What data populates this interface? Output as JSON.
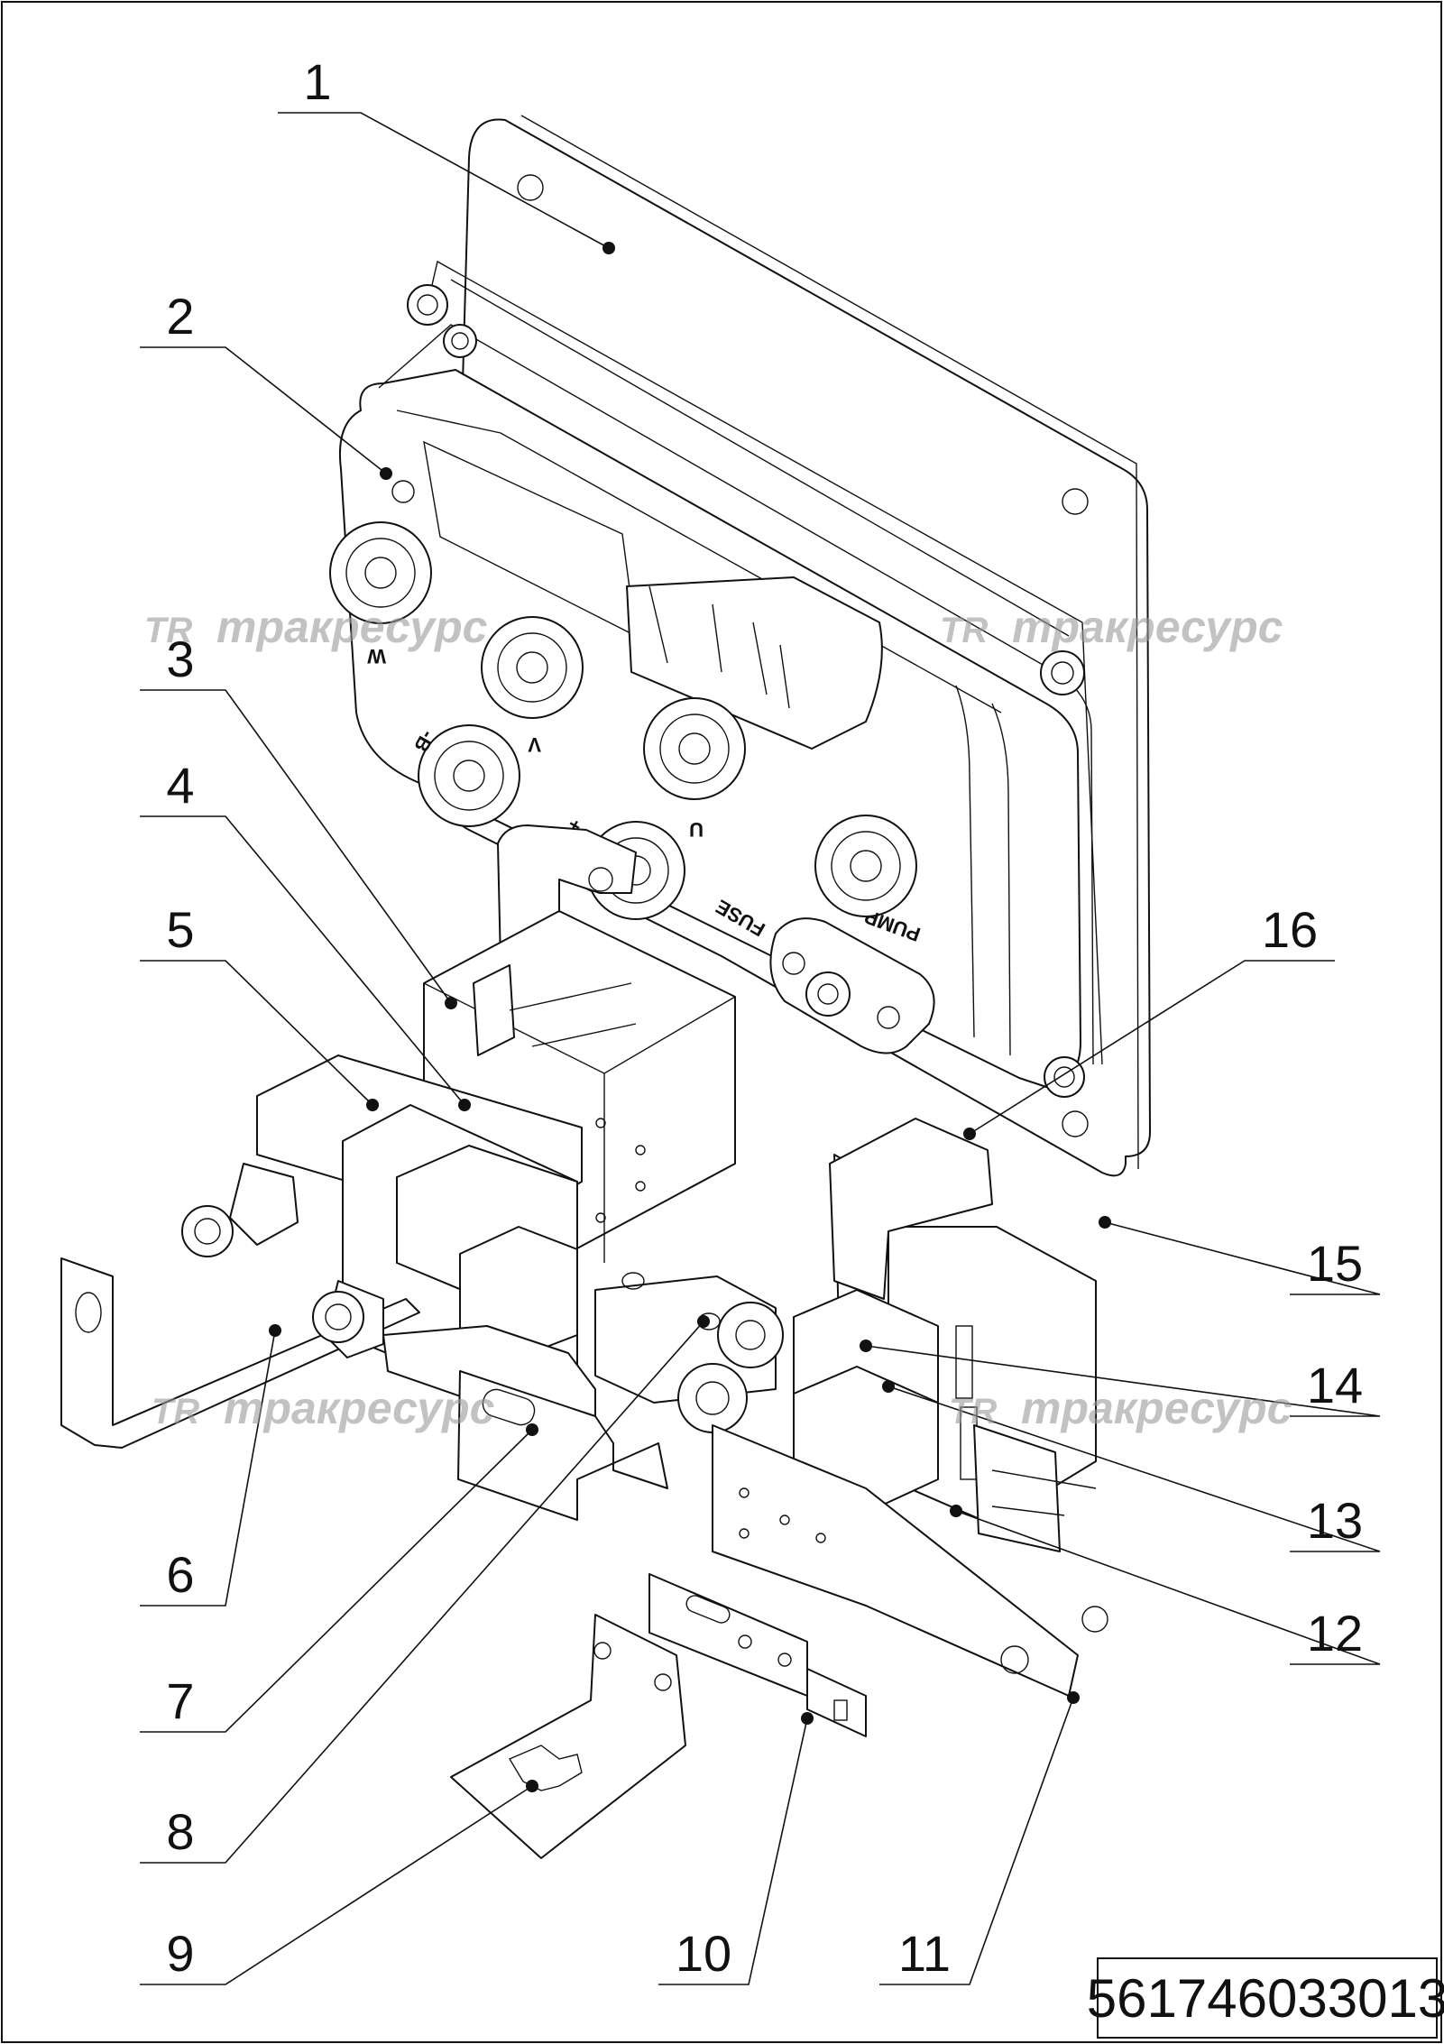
{
  "diagram": {
    "callouts": [
      "1",
      "2",
      "3",
      "4",
      "5",
      "6",
      "7",
      "8",
      "9",
      "10",
      "11",
      "12",
      "13",
      "14",
      "15",
      "16"
    ],
    "watermark": {
      "logo": "TR",
      "text": "тракресурс"
    },
    "component_labels": {
      "w": "W",
      "v": "V",
      "u": "U",
      "b_minus": "-B",
      "b_plus": "+B",
      "pump": "PUMP",
      "fuse": "FUSE"
    },
    "part_number": "561746033013"
  }
}
